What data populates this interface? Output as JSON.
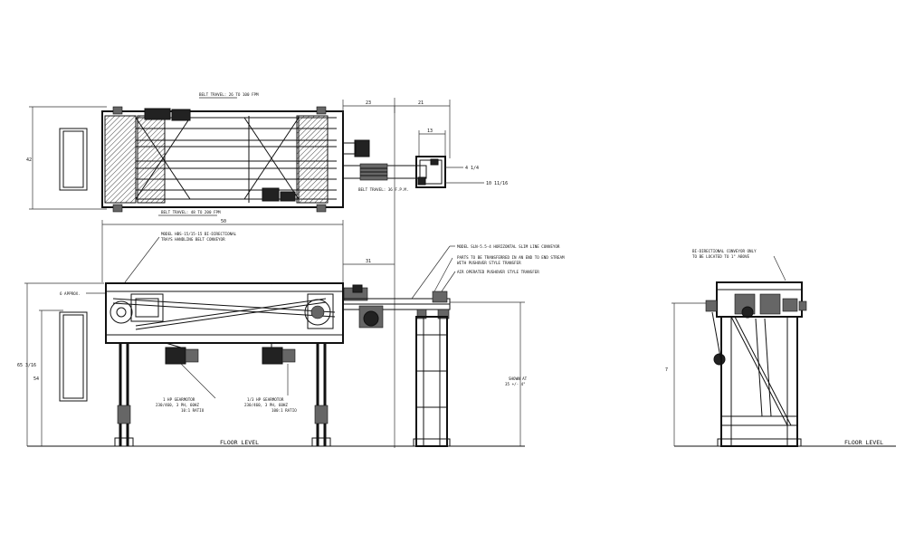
{
  "plan_view": {
    "belt_travel_top": "BELT TRAVEL: 26 TO 100 FPM",
    "belt_travel_bottom": "BELT TRAVEL: 48 TO 200 FPM",
    "belt_travel_side": "BELT TRAVEL: 36 F.P.M.",
    "dim_overall_width": "42",
    "dim_a": "23",
    "dim_b": "21",
    "dim_c": "13",
    "dim_d": "4 1/4",
    "dim_e": "10 11/16"
  },
  "front_view": {
    "dim_length": "50",
    "dim_offset": "31",
    "dim_approx": "6 APPROX.",
    "dim_height_a": "65 3/16",
    "dim_height_b": "54",
    "callout_main_1": "MODEL HBS-15/15-15 BI-DIRECTIONAL",
    "callout_main_2": "TRAYS HANDLING BELT CONVEYOR",
    "callout_slim_1": "MODEL SLN-5.5-4 HORIZONTAL SLIM LINE CONVEYOR",
    "callout_end_1": "PARTS TO BE TRANSFERRED IN AN END TO END STREAM",
    "callout_end_2": "WITH PUSHOVER STYLE TRANSFER",
    "callout_air": "AIR OPERATED PUSHOVER STYLE TRANSFER",
    "motor_left_1": "1 HP GEARMOTOR",
    "motor_left_2": "230/460, 3 PH, 60HZ",
    "motor_left_3": "10:1 RATIO",
    "motor_right_1": "1/3 HP GEARMOTOR",
    "motor_right_2": "230/460, 3 PH, 60HZ",
    "motor_right_3": "100:1 RATIO",
    "shown_at_1": "SHOWN AT",
    "shown_at_2": "35 +/- 4\"",
    "floor_level": "FLOOR LEVEL"
  },
  "side_view": {
    "callout_1": "BI-DIRECTIONAL CONVEYOR ONLY",
    "callout_2": "TO BE LOCATED TO 1\" ABOVE",
    "dim_height": "7",
    "floor_level": "FLOOR LEVEL"
  }
}
